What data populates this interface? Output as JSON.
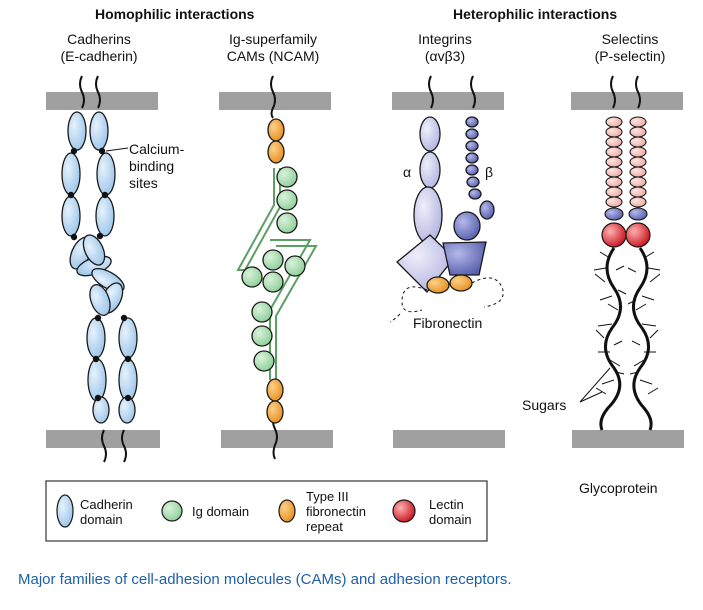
{
  "headers": {
    "homophilic": "Homophilic interactions",
    "heterophilic": "Heterophilic interactions"
  },
  "molecules": {
    "cadherins": {
      "line1": "Cadherins",
      "line2": "(E-cadherin)"
    },
    "ig": {
      "line1": "Ig-superfamily",
      "line2": "CAMs (NCAM)"
    },
    "integrins": {
      "line1": "Integrins",
      "line2": "(αvβ3)"
    },
    "selectins": {
      "line1": "Selectins",
      "line2": "(P-selectin)"
    }
  },
  "annotations": {
    "calcium": [
      "Calcium-",
      "binding",
      "sites"
    ],
    "alpha": "α",
    "beta": "β",
    "fibronectin": "Fibronectin",
    "sugars": "Sugars",
    "glycoprotein": "Glycoprotein"
  },
  "legend": {
    "cadherin": [
      "Cadherin",
      "domain"
    ],
    "ig": "Ig domain",
    "fn3": [
      "Type III",
      "fibronectin",
      "repeat"
    ],
    "lectin": [
      "Lectin",
      "domain"
    ]
  },
  "caption": "Major families of cell-adhesion molecules (CAMs) and adhesion receptors.",
  "colors": {
    "membrane": "#a0a0a0",
    "cadherin": "#bcd9f2",
    "ig": "#a9dbb0",
    "fn3": "#f4a940",
    "lectin": "#e0303a",
    "integrin_alpha": "#c9c9ec",
    "integrin_beta": "#7c83c8",
    "selectin_repeat": "#f5c7c1",
    "caption": "#1d5fa8"
  }
}
